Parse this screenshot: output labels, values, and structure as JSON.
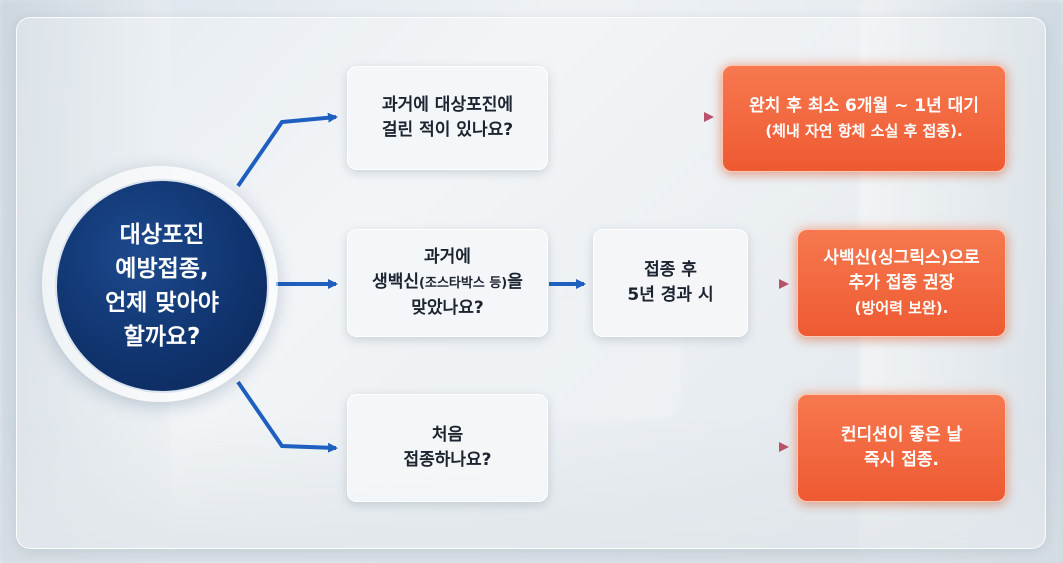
{
  "center": {
    "title": "대상포진\n예방접종,\n언제 맞아야\n할까요?"
  },
  "questions": [
    {
      "line1": "과거에 대상포진에",
      "line2": "걸린 적이 있나요?"
    },
    {
      "line1": "과거에",
      "line2_a": "생백신",
      "line2_b": "(조스타박스 등)",
      "line2_c": "을",
      "line3": "맞았나요?"
    },
    {
      "line1": "처음",
      "line2": "접종하나요?"
    }
  ],
  "middle": {
    "line1": "접종 후",
    "line2": "5년 경과 시"
  },
  "outcomes": [
    {
      "line1": "완치 후 최소 6개월 ~ 1년 대기",
      "line2": "(체내 자연 항체 소실 후 접종)."
    },
    {
      "line1": "사백신(싱그릭스)으로",
      "line2": "추가 접종 권장",
      "line3": "(방어력 보완)."
    },
    {
      "line1": "컨디션이 좋은 날",
      "line2": "즉시 접종."
    }
  ],
  "colors": {
    "navy": "#10346f",
    "arrow_blue": "#1f5fbf",
    "orange": "#ee5a32",
    "arrow_to_orange": "#c2506a"
  }
}
